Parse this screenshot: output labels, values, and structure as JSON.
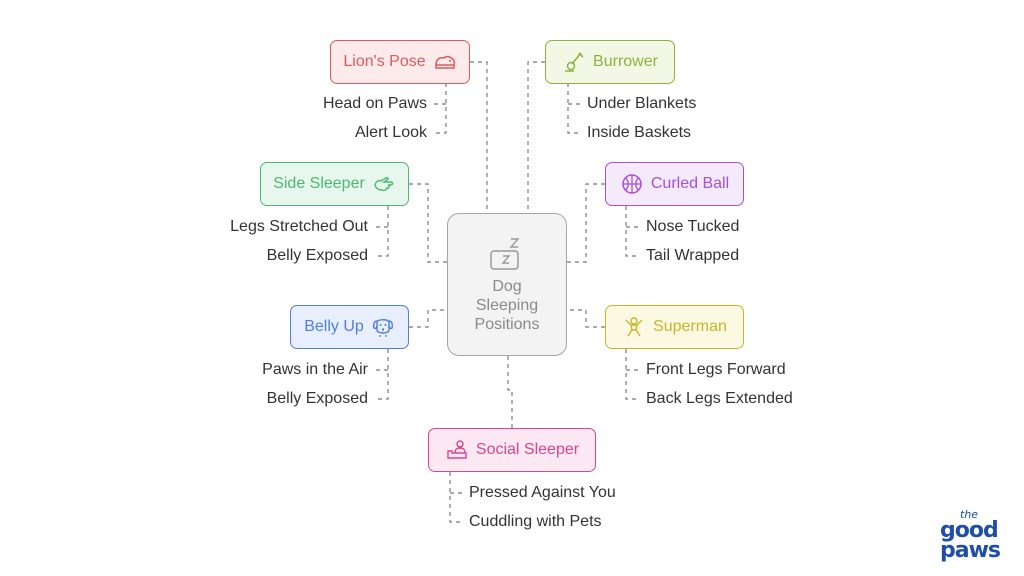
{
  "center": {
    "title": "Dog\nSleeping\nPositions"
  },
  "colors": {
    "red": "#e05a5a",
    "red_bg": "#fdeaea",
    "olive": "#8cb33c",
    "olive_bg": "#f3f8e6",
    "green": "#4cb873",
    "green_bg": "#e8f7ee",
    "purple": "#a64fd8",
    "purple_bg": "#f5eafc",
    "blue": "#4f7fe0",
    "blue_bg": "#e8eefc",
    "yellow": "#c8b62a",
    "yellow_bg": "#fcf9e3",
    "pink": "#d9468f",
    "pink_bg": "#fce8f2"
  },
  "positions": {
    "lions_pose": {
      "label": "Lion's Pose",
      "icon": "lion-icon",
      "items": [
        "Head on Paws",
        "Alert Look"
      ]
    },
    "burrower": {
      "label": "Burrower",
      "icon": "digging-icon",
      "items": [
        "Under Blankets",
        "Inside Baskets"
      ]
    },
    "side_sleeper": {
      "label": "Side Sleeper",
      "icon": "hand-pointing-icon",
      "items": [
        "Legs Stretched Out",
        "Belly Exposed"
      ]
    },
    "curled_ball": {
      "label": "Curled Ball",
      "icon": "ball-icon",
      "items": [
        "Nose Tucked",
        "Tail Wrapped"
      ]
    },
    "belly_up": {
      "label": "Belly Up",
      "icon": "dog-face-icon",
      "items": [
        "Paws in the Air",
        "Belly Exposed"
      ]
    },
    "superman": {
      "label": "Superman",
      "icon": "flying-figure-icon",
      "items": [
        "Front Legs Forward",
        "Back Legs Extended"
      ]
    },
    "social_sleeper": {
      "label": "Social Sleeper",
      "icon": "person-on-couch-icon",
      "items": [
        "Pressed Against You",
        "Cuddling with Pets"
      ]
    }
  },
  "brand": {
    "small": "the",
    "top": "good",
    "bottom": "paws"
  }
}
